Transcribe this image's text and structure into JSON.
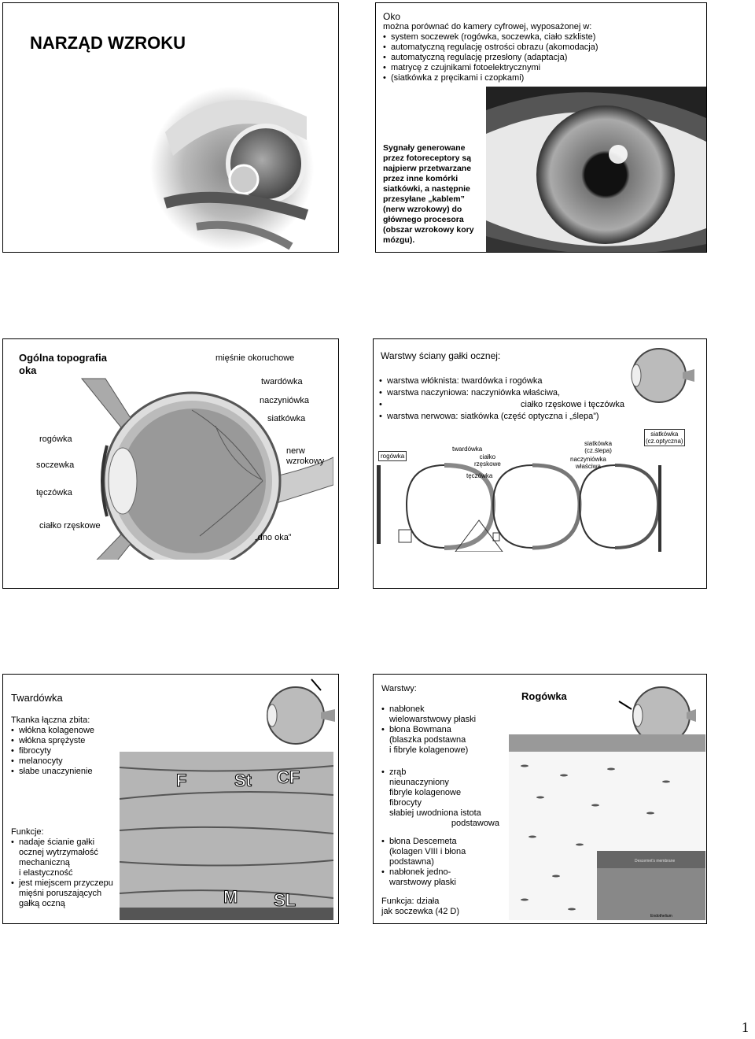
{
  "slide1": {
    "title": "NARZĄD WZROKU",
    "intro_line1": "Oko",
    "intro_line2": "można porównać do kamery cyfrowej, wyposażonej w:",
    "bullets": [
      "system soczewek (rogówka, soczewka, ciało szkliste)",
      "automatyczną regulację ostrości obrazu (akomodacja)",
      "automatyczną regulację przesłony (adaptacja)",
      "matrycę z czujnikami fotoelektrycznymi"
    ],
    "bullet_cont": "(siatkówka z pręcikami i czopkami)",
    "signal_lines": [
      "Sygnały generowane",
      "przez fotoreceptory są",
      "najpierw przetwarzane",
      "przez inne komórki",
      "siatkówki, a następnie",
      "przesyłane „kablem”",
      "(nerw wzrokowy) do",
      "głównego procesora",
      "(obszar wzrokowy kory",
      "mózgu)."
    ]
  },
  "slide2": {
    "title_line1": "Ogólna topografia",
    "title_line2": "oka",
    "labels": {
      "miesnie": "mięśnie okoruchowe",
      "twardowka": "twardówka",
      "naczyniowka": "naczyniówka",
      "siatkowka": "siatkówka",
      "rogowka": "rogówka",
      "soczewka": "soczewka",
      "nerw1": "nerw",
      "nerw2": "wzrokowy",
      "teczowka": "tęczówka",
      "cialko": "ciałko rzęskowe",
      "dno": "„dno oka”"
    }
  },
  "slide3": {
    "title": "Warstwy ściany gałki ocznej:",
    "bullets": [
      "warstwa włóknista: twardówka i rogówka",
      "warstwa naczyniowa: naczyniówka właściwa,",
      "warstwa nerwowa: siatkówka (część optyczna i „ślepa”)"
    ],
    "bullet2_cont": "ciałko rzęskowe i tęczówka",
    "labels": {
      "rogowka": "rogówka",
      "twardowka": "twardówka",
      "cialko1": "ciałko",
      "cialko2": "rzęskowe",
      "teczowka": "tęczówka",
      "siat_slepa1": "siatkówka",
      "siat_slepa2": "(cz.ślepa)",
      "nacz1": "naczyniówka",
      "nacz2": "właściwa",
      "siat_opt1": "siatkówka",
      "siat_opt2": "(cz.optyczna)"
    }
  },
  "slide4": {
    "title": "Twardówka",
    "tissue_head": "Tkanka łączna zbita:",
    "tissue_items": [
      "włókna kolagenowe",
      "włókna sprężyste",
      "fibrocyty",
      "melanocyty",
      "słabe unaczynienie"
    ],
    "func_head": "Funkcje:",
    "func_items": [
      [
        "nadaje ścianie gałki",
        "ocznej wytrzymałość",
        "mechaniczną",
        "i elastyczność"
      ],
      [
        "jest miejscem przyczepu",
        "mięśni poruszających",
        "gałką oczną"
      ]
    ],
    "micro_labels": [
      "F",
      "St",
      "CF",
      "M",
      "SL"
    ]
  },
  "slide5": {
    "layers_head": "Warstwy:",
    "title": "Rogówka",
    "group1": [
      {
        "bullet": "nabłonek",
        "lines": [
          "wielowarstwowy płaski"
        ]
      },
      {
        "bullet": "błona Bowmana",
        "lines": [
          "(blaszka podstawna",
          "i fibryle kolagenowe)"
        ]
      }
    ],
    "group2": {
      "bullet": "zrąb",
      "lines": [
        "nieunaczyniony",
        "fibryle kolagenowe",
        "fibrocyty",
        "słabiej uwodniona istota",
        "podstawowa"
      ]
    },
    "group3": [
      {
        "bullet": "błona Descemeta",
        "lines": [
          "(kolagen VIII i błona",
          "podstawna)"
        ]
      },
      {
        "bullet": "nabłonek jedno-",
        "lines": [
          "warstwowy płaski"
        ]
      }
    ],
    "func_line1": "Funkcja: działa",
    "func_line2": "jak soczewka (42 D)",
    "inset_labels": [
      "Descemet's membrane",
      "Endothelium"
    ]
  },
  "page_number": "1"
}
